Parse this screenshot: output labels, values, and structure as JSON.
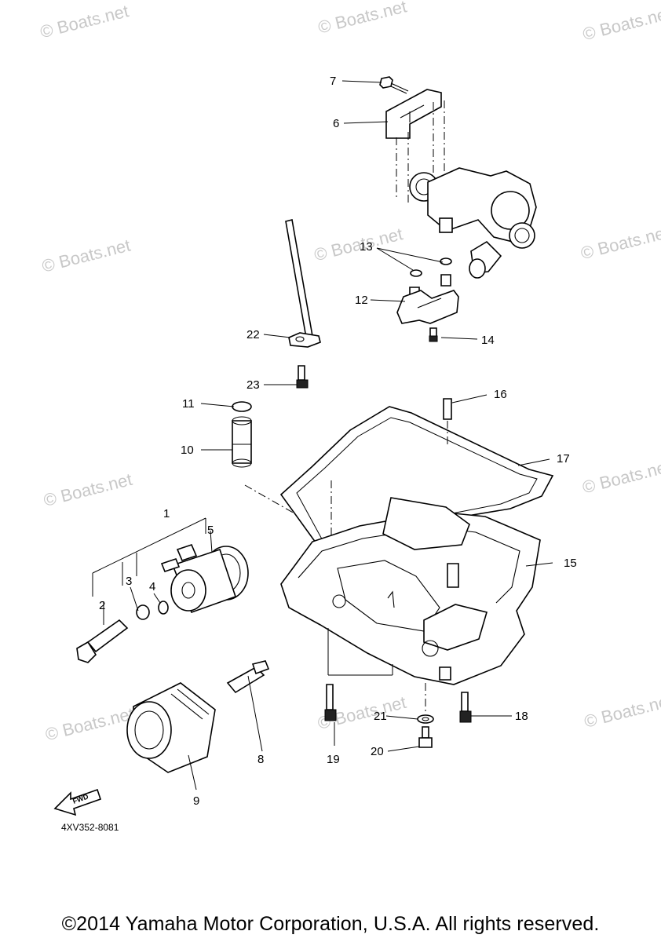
{
  "watermark": "© Boats.net",
  "callouts": [
    "1",
    "2",
    "3",
    "4",
    "5",
    "6",
    "7",
    "8",
    "9",
    "10",
    "11",
    "12",
    "13",
    "14",
    "15",
    "16",
    "17",
    "18",
    "19",
    "20",
    "21",
    "22",
    "23"
  ],
  "fwd_label": "FWD",
  "diagram_code": "4XV352-8081",
  "copyright": "©2014 Yamaha Motor Corporation, U.S.A. All rights reserved."
}
